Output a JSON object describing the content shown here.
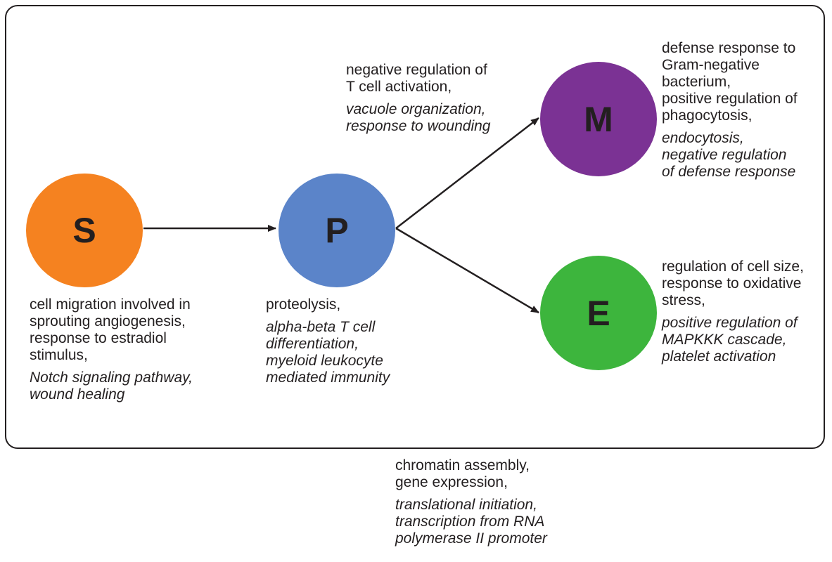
{
  "nodes": {
    "s": {
      "letter": "S",
      "color": "#f58220"
    },
    "p": {
      "letter": "P",
      "color": "#5b84c9"
    },
    "m": {
      "letter": "M",
      "color": "#7b3294"
    },
    "e": {
      "letter": "E",
      "color": "#3db53d"
    }
  },
  "labels": {
    "s": {
      "plain": "cell migration involved in\nsprouting angiogenesis,\nresponse to estradiol\nstimulus,",
      "italic": "Notch signaling pathway,\nwound healing"
    },
    "p": {
      "plain": "proteolysis,",
      "italic": "alpha-beta T cell\ndifferentiation,\nmyeloid leukocyte\nmediated immunity"
    },
    "p_to_m": {
      "plain": "negative regulation of\nT cell activation,",
      "italic": "vacuole organization,\nresponse to wounding"
    },
    "m": {
      "plain": "defense response to\nGram-negative\nbacterium,\npositive regulation of\nphagocytosis,",
      "italic": "endocytosis,\nnegative regulation\nof defense response"
    },
    "e": {
      "plain": "regulation of cell size,\nresponse to oxidative\nstress,",
      "italic": "positive regulation of\nMAPKKK cascade,\nplatelet activation"
    },
    "bottom": {
      "plain": "chromatin assembly,\ngene expression,",
      "italic": "translational initiation,\ntranscription from RNA\npolymerase II promoter"
    }
  },
  "colors": {
    "stroke": "#231f20",
    "frame": "#231f20"
  }
}
